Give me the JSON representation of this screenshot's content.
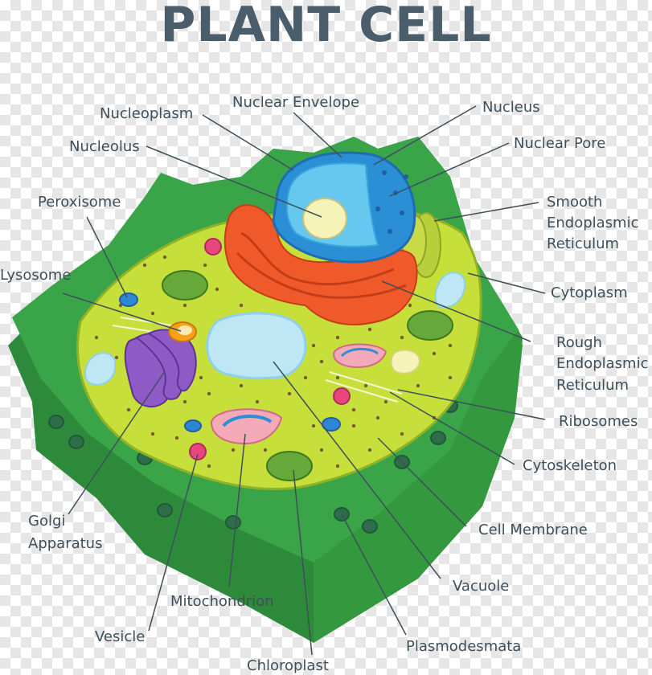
{
  "title": "PLANT CELL",
  "labels": {
    "nucleoplasm": "Nucleoplasm",
    "nuclear_envelope": "Nuclear Envelope",
    "nucleus": "Nucleus",
    "nucleolus": "Nucleolus",
    "nuclear_pore": "Nuclear Pore",
    "peroxisome": "Peroxisome",
    "smooth_er": [
      "Smooth",
      "Endoplasmic",
      "Reticulum"
    ],
    "lysosome": "Lysosome",
    "cytoplasm": "Cytoplasm",
    "rough_er": [
      "Rough",
      "Endoplasmic",
      "Reticulum"
    ],
    "ribosomes": "Ribosomes",
    "cytoskeleton": "Cytoskeleton",
    "golgi": [
      "Golgi",
      "Apparatus"
    ],
    "cell_membrane": "Cell Membrane",
    "vacuole": "Vacuole",
    "mitochondrion": "Mitochondrion",
    "vesicle": "Vesicle",
    "plasmodesmata": "Plasmodesmata",
    "chloroplast": "Chloroplast"
  },
  "colors": {
    "title": "#4a5d6b",
    "label": "#3e4f5b",
    "cell_wall": "#3aa548",
    "cell_wall_dark": "#2e8a3b",
    "cytoplasm": "#c6df3a",
    "nucleus": "#2b8fd6",
    "nucleoplasm": "#66c8ee",
    "nucleolus": "#f6f3b8",
    "rough_er": "#f05a2a",
    "vacuole": "#bfe6f5",
    "golgi": "#8e5bc6",
    "chloroplast": "#66a83a",
    "mitochondrion": "#f4a9b9",
    "peroxisome": "#2e86d6",
    "lysosome": "#f7a11a",
    "vesicle": "#e8467c"
  }
}
